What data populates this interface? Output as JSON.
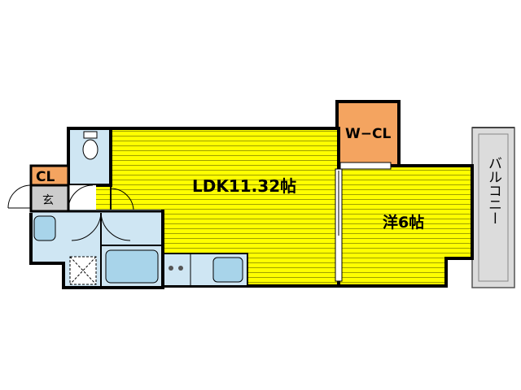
{
  "floorplan": {
    "rooms": {
      "ldk": {
        "label": "LDK11.32帖"
      },
      "western": {
        "label": "洋6帖"
      },
      "walk_in_closet": {
        "label": "W−CL"
      },
      "closet": {
        "label": "CL"
      },
      "entrance": {
        "label": "玄"
      },
      "balcony": {
        "label": "バルコニー"
      }
    },
    "colors": {
      "wall": "#000000",
      "room_fill": "#ffff00",
      "room_line": "#a0a000",
      "closet_fill": "#f4a460",
      "wet_area_fill": "#cfe6f3",
      "fixture_fill": "#a8d4ea",
      "balcony_fill": "#dcdcdc",
      "floor_gray": "#cccccc"
    }
  }
}
